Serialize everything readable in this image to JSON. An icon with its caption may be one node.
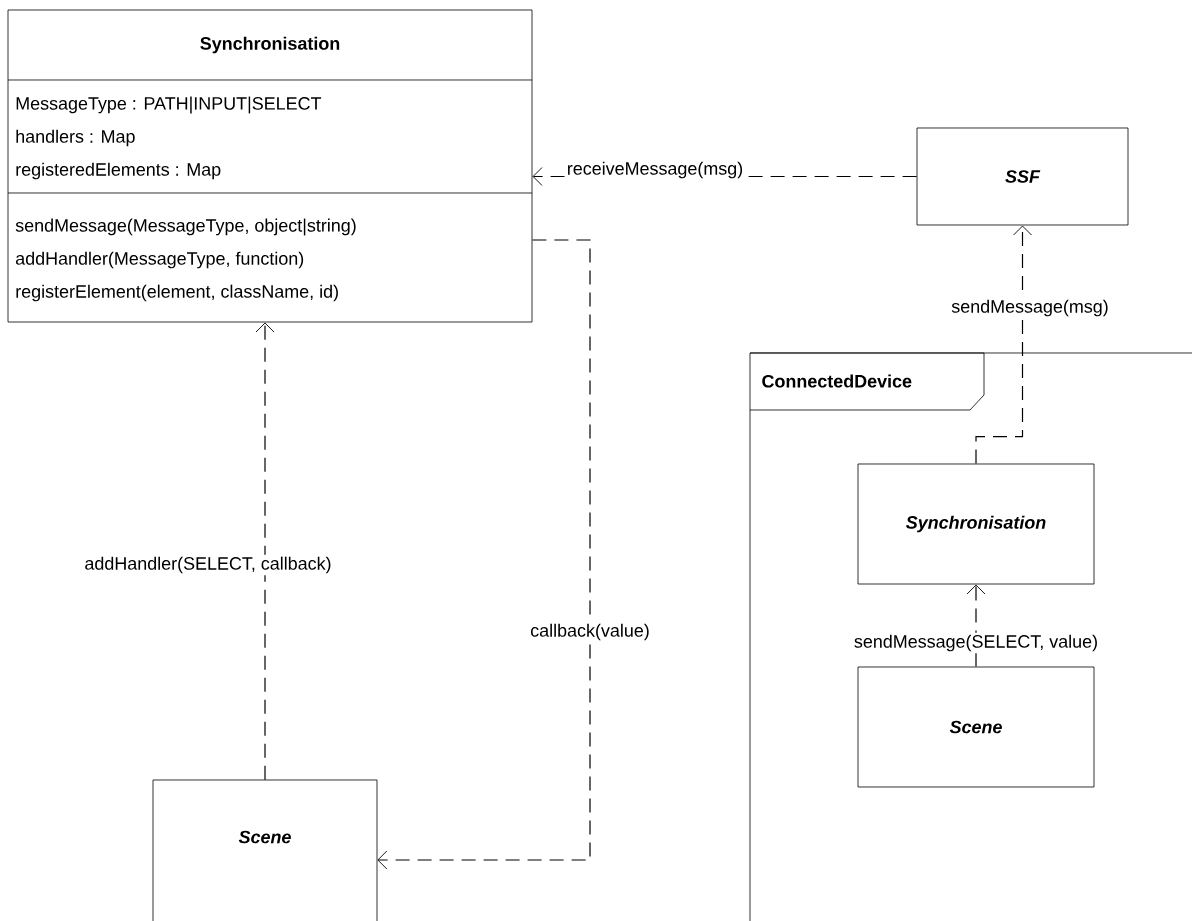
{
  "diagram": {
    "nodes": [
      {
        "text": [
          "Synchronisation",
          "MessageType : PATH|INPUT|SELECT",
          "handlers : Map",
          "registeredElements : Map",
          "sendMessage(MessageType, object|string)",
          "addHandler(MessageType, function)",
          "registerElement(element, className, id)"
        ]
      },
      {
        "text": [
          "SSF"
        ]
      },
      {
        "text": [
          "ConnectedDevice"
        ]
      },
      {
        "text": [
          "Synchronisation"
        ],
        "in": 2
      },
      {
        "text": [
          "Scene"
        ],
        "in": 2
      },
      {
        "text": [
          "Scene"
        ]
      }
    ],
    "edges": [
      {
        "from": 1,
        "to": 0,
        "arrow": "to",
        "style": "dashed",
        "label": "receiveMessage(msg)"
      },
      {
        "from": 3,
        "to": 1,
        "arrow": "to",
        "style": "dashed",
        "label": "sendMessage(msg)"
      },
      {
        "from": 4,
        "to": 3,
        "arrow": "to",
        "style": "dashed",
        "label": "sendMessage(SELECT, value)"
      },
      {
        "from": 5,
        "to": 0,
        "arrow": "to",
        "style": "dashed",
        "label": "addHandler(SELECT, callback)"
      },
      {
        "from": 0,
        "to": 5,
        "arrow": "to",
        "style": "dashed",
        "label": "callback(value)"
      }
    ]
  }
}
